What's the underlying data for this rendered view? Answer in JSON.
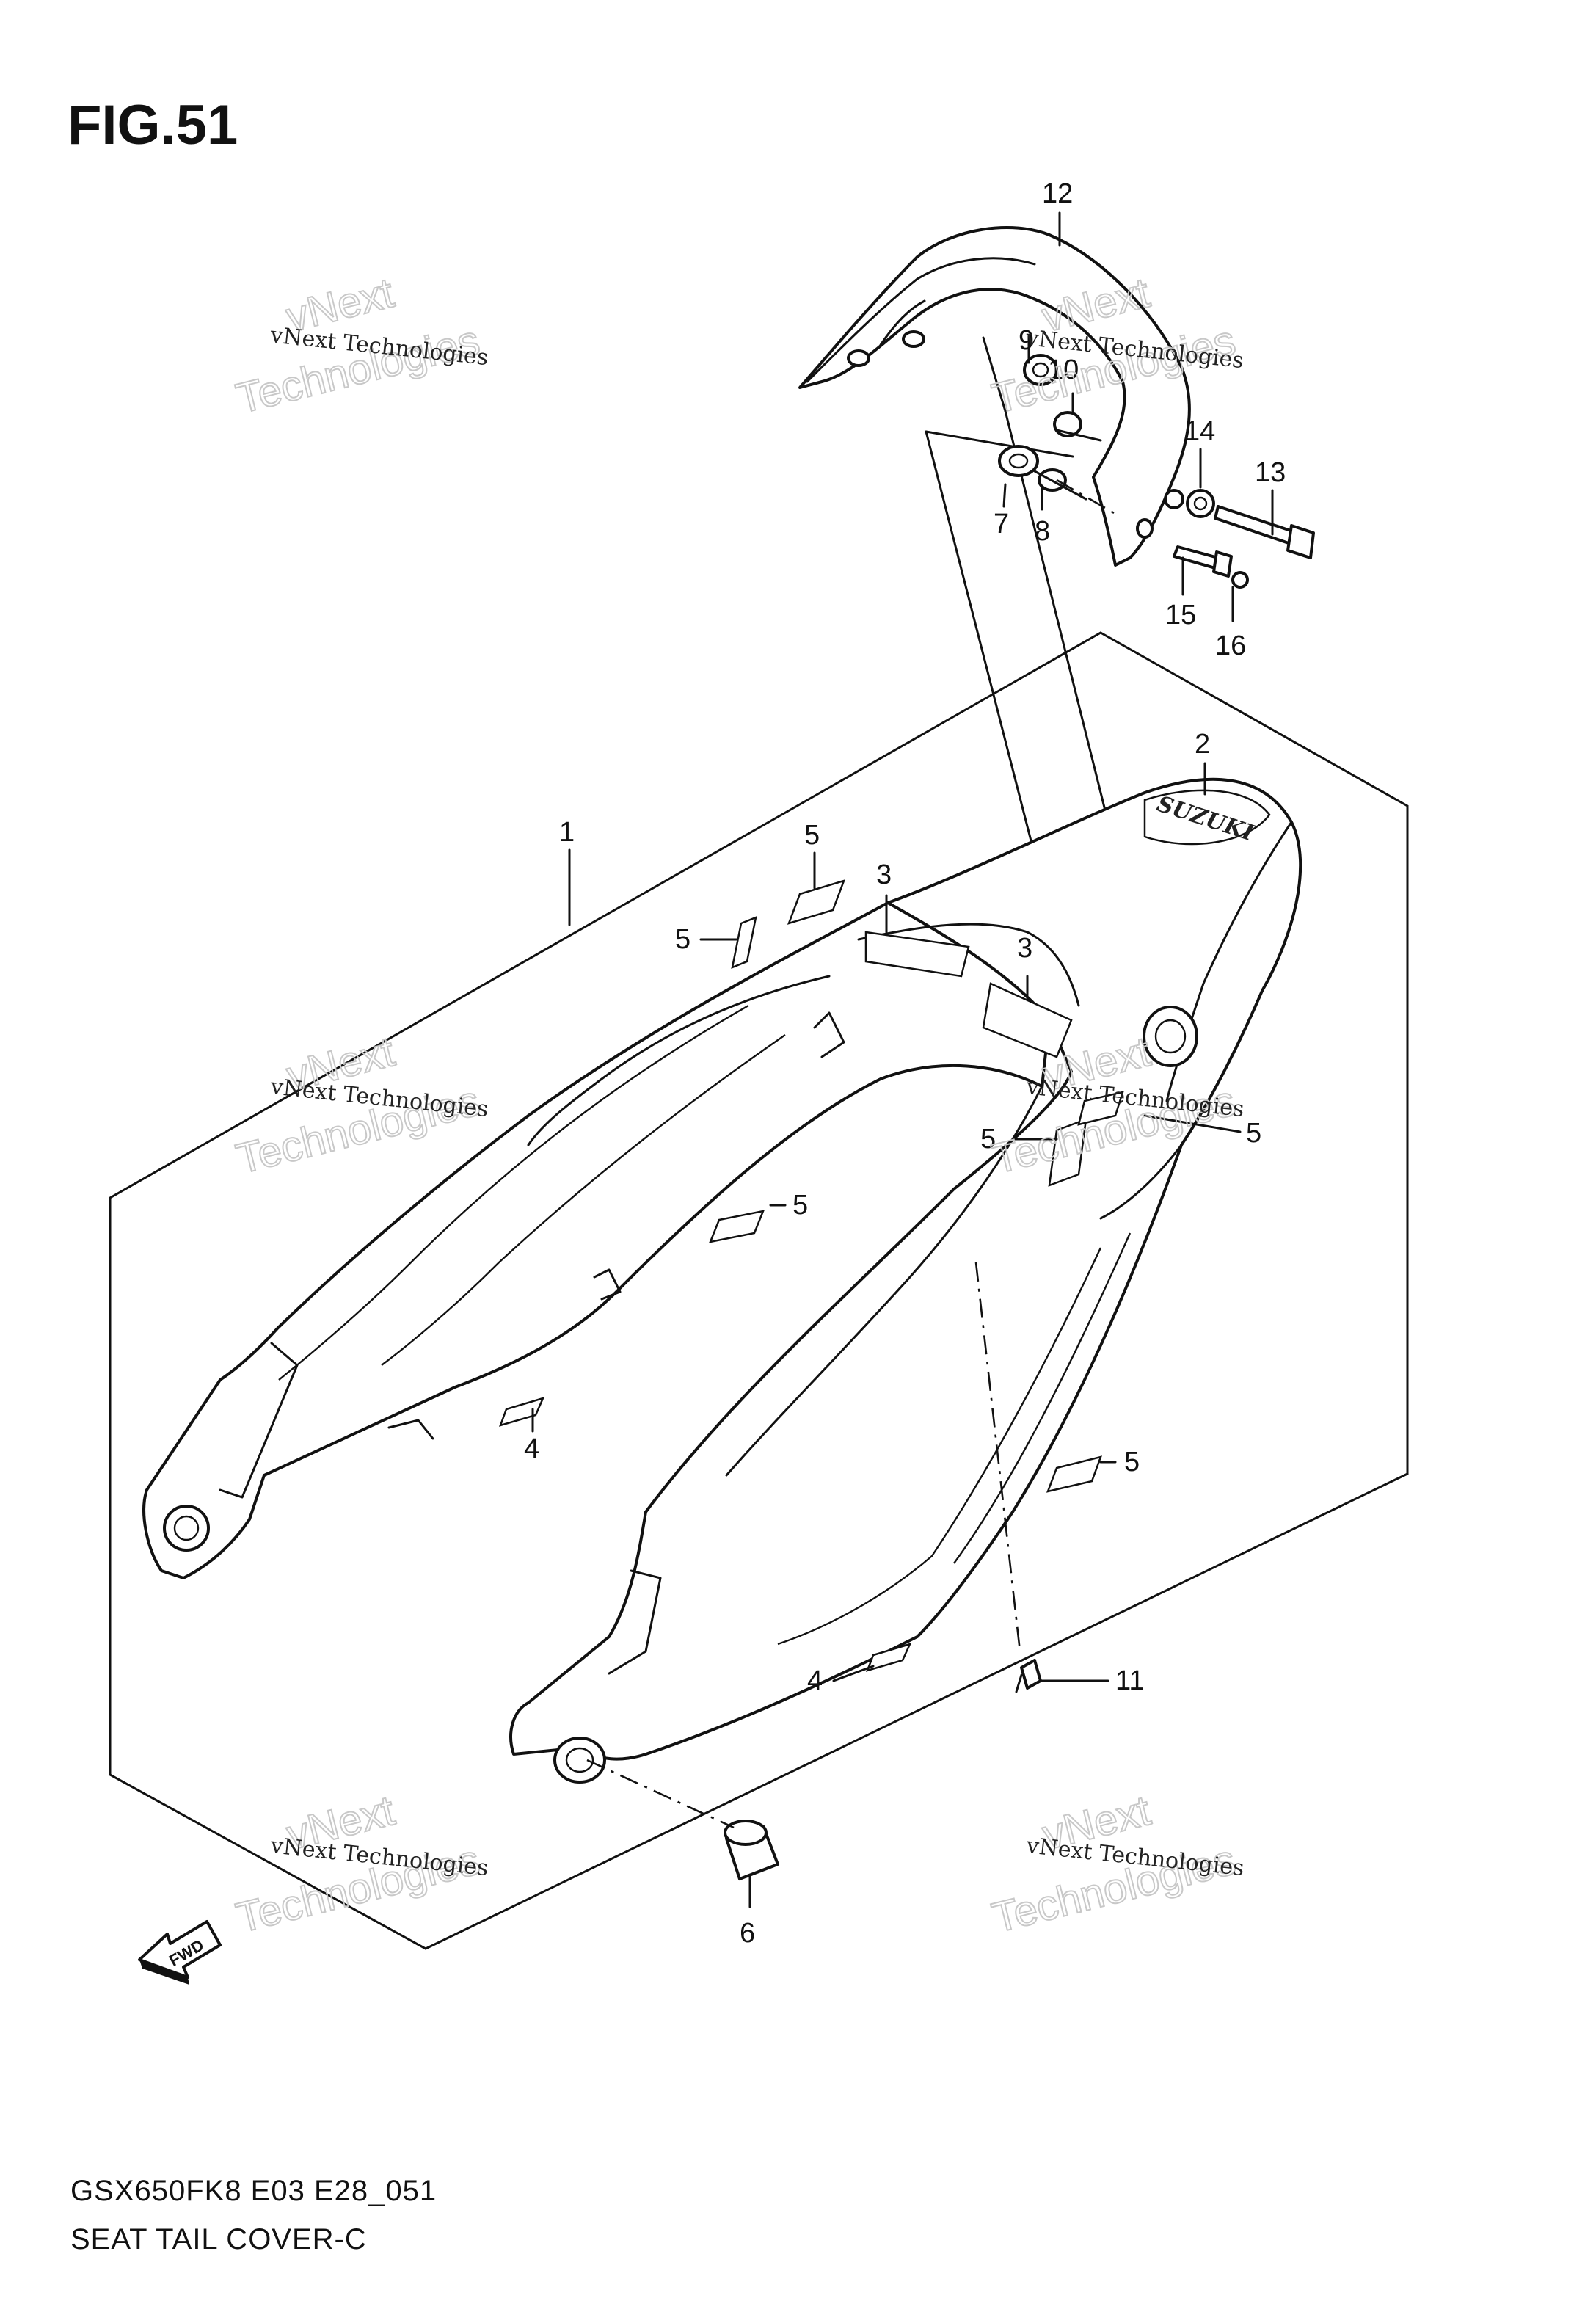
{
  "figure": {
    "title": "FIG.51",
    "footer_code": "GSX650FK8 E03 E28_051",
    "footer_name": "SEAT TAIL COVER-C"
  },
  "callouts": {
    "c1": "1",
    "c2": "2",
    "c3a": "3",
    "c3b": "3",
    "c4a": "4",
    "c4b": "4",
    "c5a": "5",
    "c5b": "5",
    "c5c": "5",
    "c5d": "5",
    "c5e": "5",
    "c5f": "5",
    "c6": "6",
    "c7": "7",
    "c8": "8",
    "c9": "9",
    "c10": "10",
    "c11": "11",
    "c12": "12",
    "c13": "13",
    "c14": "14",
    "c15": "15",
    "c16": "16"
  },
  "fwd_label": "FWD",
  "brand_decal": "SUZUKI",
  "watermark": {
    "line1": "vNext Technologies",
    "line2": "vNext",
    "line3": "Technologies"
  },
  "icons": {
    "fwd": "fwd-arrow-icon"
  }
}
